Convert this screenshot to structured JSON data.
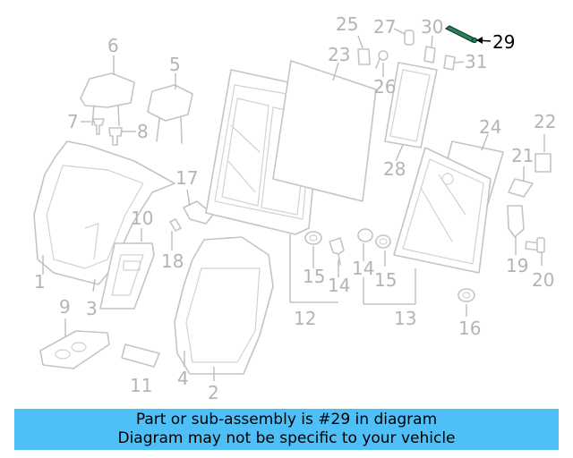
{
  "callouts": [
    {
      "n": "1"
    },
    {
      "n": "2"
    },
    {
      "n": "3"
    },
    {
      "n": "4"
    },
    {
      "n": "5"
    },
    {
      "n": "6"
    },
    {
      "n": "7"
    },
    {
      "n": "8"
    },
    {
      "n": "9"
    },
    {
      "n": "10"
    },
    {
      "n": "11"
    },
    {
      "n": "12"
    },
    {
      "n": "13"
    },
    {
      "n": "14"
    },
    {
      "n": "14"
    },
    {
      "n": "15"
    },
    {
      "n": "15"
    },
    {
      "n": "16"
    },
    {
      "n": "17"
    },
    {
      "n": "18"
    },
    {
      "n": "19"
    },
    {
      "n": "20"
    },
    {
      "n": "21"
    },
    {
      "n": "22"
    },
    {
      "n": "23"
    },
    {
      "n": "24"
    },
    {
      "n": "25"
    },
    {
      "n": "26"
    },
    {
      "n": "27"
    },
    {
      "n": "28"
    },
    {
      "n": "29"
    },
    {
      "n": "30"
    },
    {
      "n": "31"
    }
  ],
  "highlighted_part": "29",
  "colors": {
    "banner_background": "#4fc0f7",
    "line_art": "#c4c4c4",
    "highlight": "#2f7f5a"
  },
  "banner": {
    "line1": "Part or sub-assembly is #29 in diagram",
    "line2": "Diagram may not be specific to your vehicle"
  }
}
